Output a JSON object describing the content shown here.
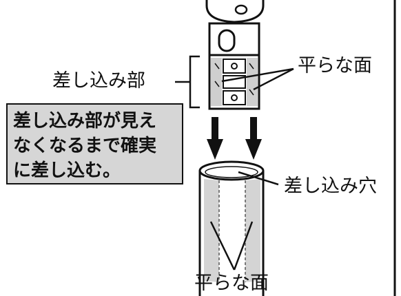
{
  "labels": {
    "insert_part": "差し込み部",
    "flat_surface_top": "平らな面",
    "insert_hole": "差し込み穴",
    "flat_surface_bottom": "平らな面"
  },
  "callout": {
    "line1": "差し込み部が見え",
    "line2": "なくなるまで確実",
    "line3": "に差し込む。"
  },
  "colors": {
    "ink": "#111111",
    "callout_fill": "#d6d6d6",
    "flat_face_fill": "#d4d4d4",
    "background": "#ffffff"
  }
}
